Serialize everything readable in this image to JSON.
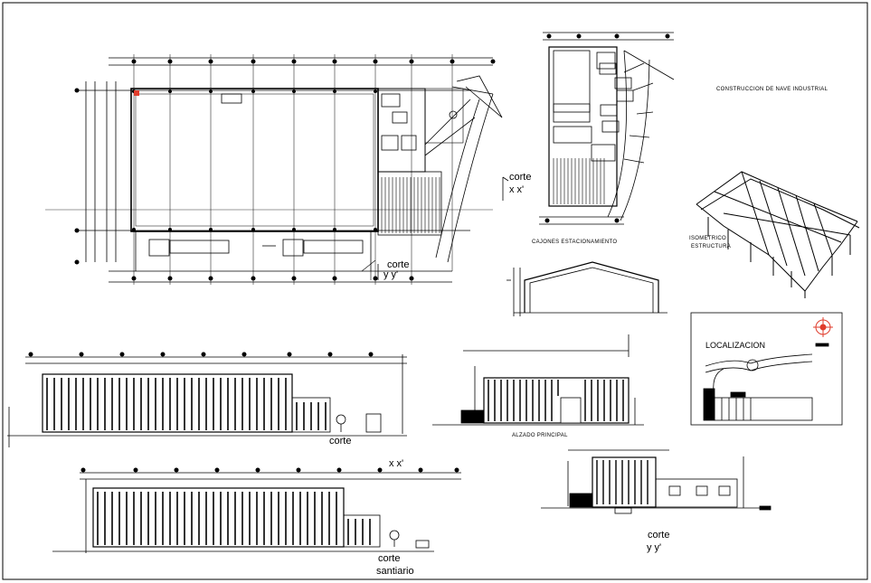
{
  "sheet": {
    "title": "CONSTRUCCION DE NAVE INDUSTRIAL",
    "colors": {
      "background": "#ffffff",
      "line": "#000000",
      "accent": "#e03c2c"
    }
  },
  "labels": {
    "corte_xx_plan": {
      "title": "corte",
      "marks": "x x'"
    },
    "corte_yy_plan": {
      "title": "corte",
      "marks": "y y'"
    },
    "cajones": "CAJONES ESTACIONAMIENTO",
    "isometrico": [
      "ISOMETRICO",
      "ESTRUCTURA"
    ],
    "localizacion": "LOCALIZACION",
    "corte_elev": "corte",
    "alzado": "ALZADO PRINCIPAL",
    "xx_elev": "x x'",
    "corte_sanitario": [
      "corte",
      "santiario"
    ],
    "corte_yy_section": {
      "title": "corte",
      "marks": "y y'"
    }
  },
  "icons": {
    "north": "north-arrow-icon"
  }
}
